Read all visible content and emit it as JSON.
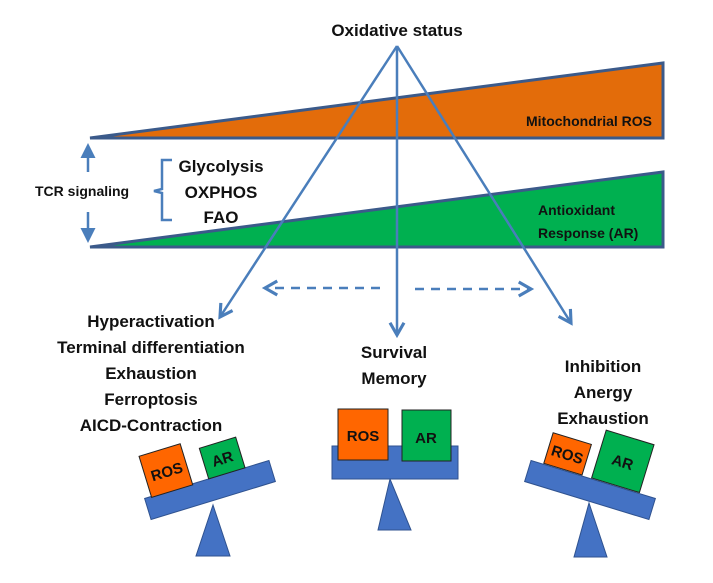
{
  "title": "Oxidative status",
  "wedges": {
    "ros": {
      "label": "Mitochondrial ROS",
      "color": "#e36c0a"
    },
    "ar": {
      "label_line1": "Antioxidant",
      "label_line2": "Response (AR)",
      "color": "#00b050"
    }
  },
  "tcr": {
    "label": "TCR signaling",
    "pathways": [
      "Glycolysis",
      "OXPHOS",
      "FAO"
    ]
  },
  "outcomes": {
    "left": [
      "Hyperactivation",
      "Terminal differentiation",
      "Exhaustion",
      "Ferroptosis",
      "AICD-Contraction"
    ],
    "center": [
      "Survival",
      "Memory"
    ],
    "right": [
      "Inhibition",
      "Anergy",
      "Exhaustion"
    ]
  },
  "scales": {
    "left": {
      "ros_label": "ROS",
      "ar_label": "AR",
      "tilt": "ROS-heavy"
    },
    "center": {
      "ros_label": "ROS",
      "ar_label": "AR",
      "tilt": "balanced"
    },
    "right": {
      "ros_label": "ROS",
      "ar_label": "AR",
      "tilt": "AR-heavy"
    }
  },
  "colors": {
    "arrow": "#4a7ebb",
    "scale": "#4472c4",
    "outline": "#2f528f",
    "ros_box": "#ff6600",
    "ar_box": "#00b050"
  }
}
